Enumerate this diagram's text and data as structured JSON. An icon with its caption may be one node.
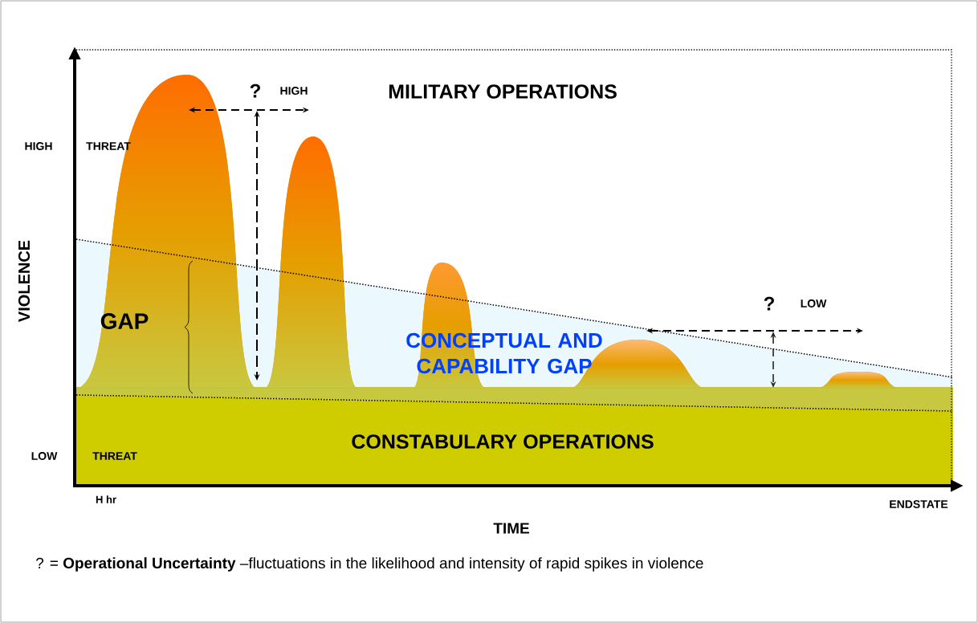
{
  "diagram": {
    "caption": "? = **Operational Uncertainty** –fluctuations in the likelihood and intensity of rapid spikes in violence",
    "labels": [
      "?",
      "HIGH",
      "MILITARY OPERATIONS",
      "HIGH",
      "THREAT",
      "VIOLENCE",
      "GAP",
      "?",
      "LOW",
      "CONCEPTUAL AND CAPABILITY GAP",
      "CONSTABULARY OPERATIONS",
      "LOW",
      "THREAT",
      "H hr",
      "ENDSTATE",
      "TIME"
    ]
  }
}
